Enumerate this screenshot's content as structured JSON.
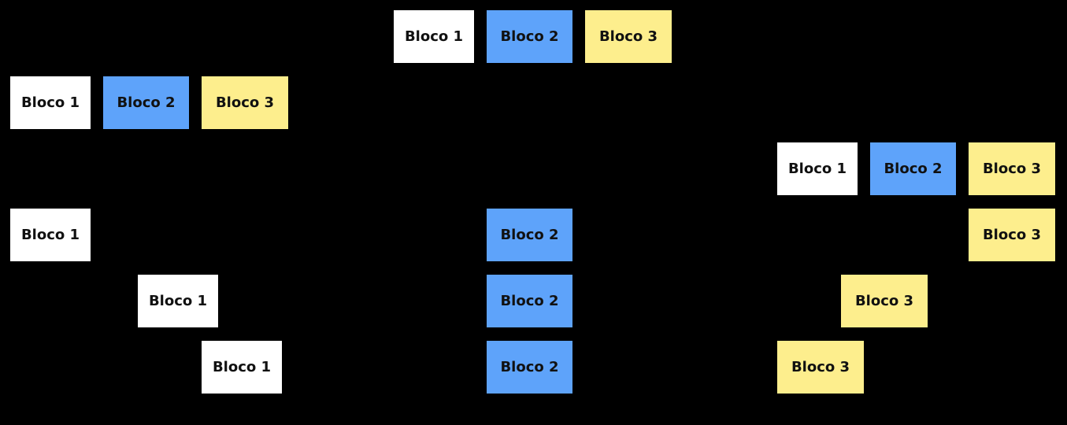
{
  "colors": {
    "background": "#000000",
    "bloco1": "#ffffff",
    "bloco2": "#5ea3fa",
    "bloco3": "#fdee8d",
    "text": "#111111"
  },
  "rows": {
    "top": [
      "Bloco 1",
      "Bloco 2",
      "Bloco 3"
    ],
    "left": [
      "Bloco 1",
      "Bloco 2",
      "Bloco 3"
    ],
    "right": [
      "Bloco 1",
      "Bloco 2",
      "Bloco 3"
    ]
  },
  "stacks": {
    "bloco1": [
      "Bloco 1",
      "Bloco 1",
      "Bloco 1"
    ],
    "bloco2": [
      "Bloco 2",
      "Bloco 2",
      "Bloco 2"
    ],
    "bloco3": [
      "Bloco 3",
      "Bloco 3",
      "Bloco 3"
    ]
  }
}
